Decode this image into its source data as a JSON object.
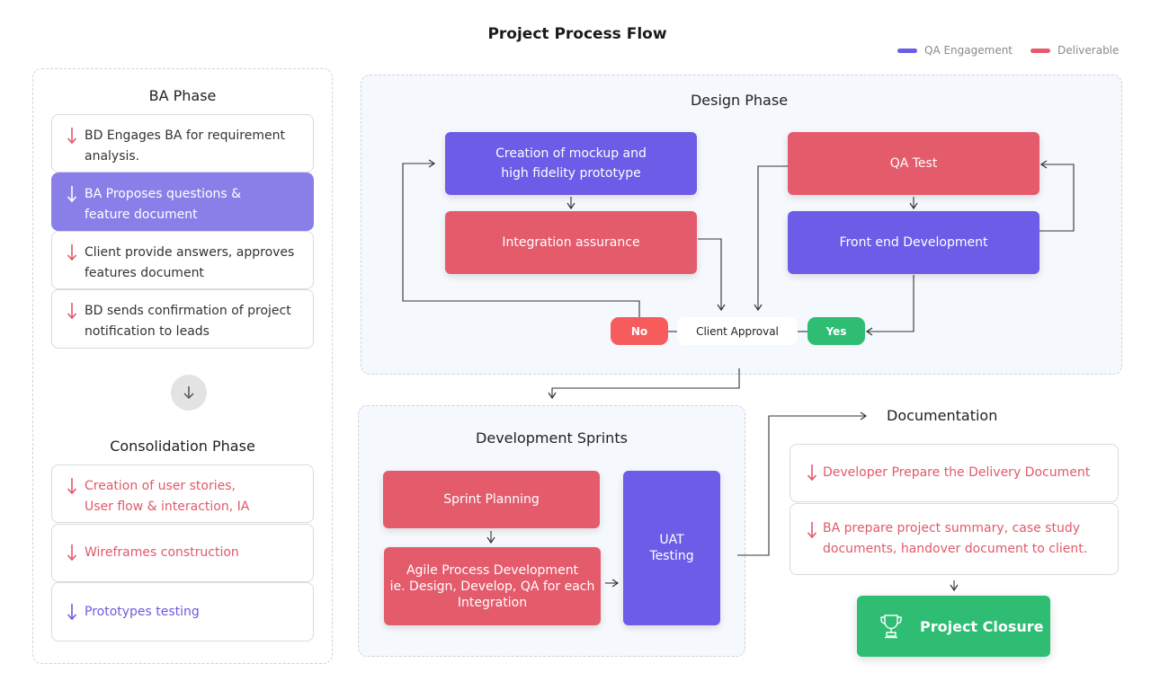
{
  "title": "Project Process Flow",
  "legend": [
    {
      "label": "QA Engagement",
      "color": "#6c5ce7"
    },
    {
      "label": "Deliverable",
      "color": "#e45b6c"
    }
  ],
  "ba_phase": {
    "title": "BA Phase",
    "items": [
      {
        "line1": "BD Engages BA for requirement",
        "line2": "analysis."
      },
      {
        "line1": "BA Proposes questions &",
        "line2": "feature document"
      },
      {
        "line1": "Client provide answers, approves",
        "line2": "features document"
      },
      {
        "line1": "BD sends confirmation of project",
        "line2": "notification to leads"
      }
    ]
  },
  "consolidation_phase": {
    "title": "Consolidation Phase",
    "items": [
      {
        "line1": "Creation of user stories,",
        "line2": "User flow & interaction, IA"
      },
      {
        "line1": "Wireframes construction",
        "line2": ""
      },
      {
        "line1": "Prototypes testing",
        "line2": ""
      }
    ]
  },
  "design_phase": {
    "title": "Design Phase",
    "mockup_line1": "Creation of mockup and",
    "mockup_line2": "high fidelity prototype",
    "integration": "Integration assurance",
    "qa_test": "QA Test",
    "frontend": "Front end Development",
    "no": "No",
    "client_approval": "Client Approval",
    "yes": "Yes"
  },
  "dev_sprints": {
    "title": "Development Sprints",
    "sprint_planning": "Sprint Planning",
    "agile_line1": "Agile Process Development",
    "agile_line2": "ie. Design, Develop, QA for each",
    "agile_line3": "Integration",
    "uat_line1": "UAT",
    "uat_line2": "Testing"
  },
  "documentation": {
    "title": "Documentation",
    "items": [
      {
        "line1": "Developer Prepare the Delivery Document",
        "line2": ""
      },
      {
        "line1": "BA prepare project summary, case study",
        "line2": "documents, handover document to client."
      }
    ]
  },
  "closure": {
    "label": "Project Closure",
    "icon": "trophy-icon"
  }
}
